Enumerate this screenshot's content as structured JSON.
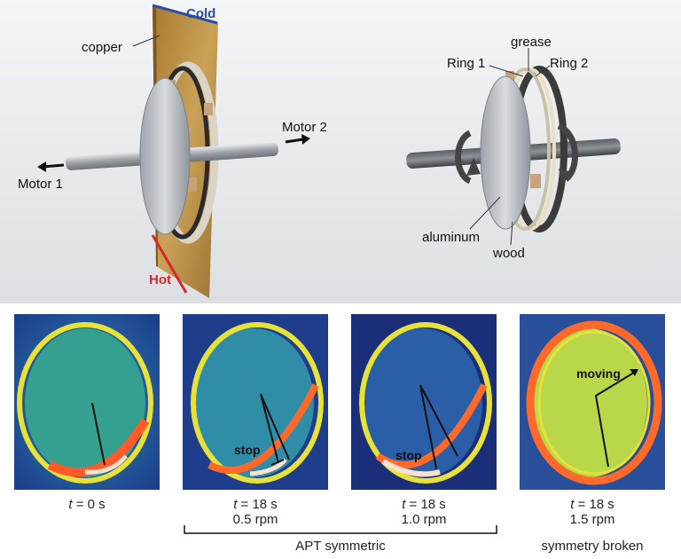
{
  "render_left": {
    "label_cold": "Cold",
    "label_hot": "Hot",
    "label_copper": "copper",
    "label_motor1": "Motor 1",
    "label_motor2": "Motor 2"
  },
  "render_right": {
    "label_grease": "grease",
    "label_ring1": "Ring 1",
    "label_ring2": "Ring 2",
    "label_aluminum": "aluminum",
    "label_wood": "wood"
  },
  "thermal_panels": [
    {
      "time_var": "t",
      "time_value": "= 0 s",
      "speed": "",
      "annotation": ""
    },
    {
      "time_var": "t",
      "time_value": "= 18 s",
      "speed": "0.5 rpm",
      "annotation": "stop"
    },
    {
      "time_var": "t",
      "time_value": "= 18 s",
      "speed": "1.0 rpm",
      "annotation": "stop"
    },
    {
      "time_var": "t",
      "time_value": "= 18 s",
      "speed": "1.5 rpm",
      "annotation": "moving"
    }
  ],
  "group_labels": {
    "symmetric": "APT symmetric",
    "broken": "symmetry broken"
  },
  "colors": {
    "cold_label": "#2a4fa0",
    "hot_label": "#d8262b",
    "copper_plate": "#c39a4c",
    "thermal_background": "#1e3d8a",
    "thermal_hot": "#ff5a2a"
  }
}
